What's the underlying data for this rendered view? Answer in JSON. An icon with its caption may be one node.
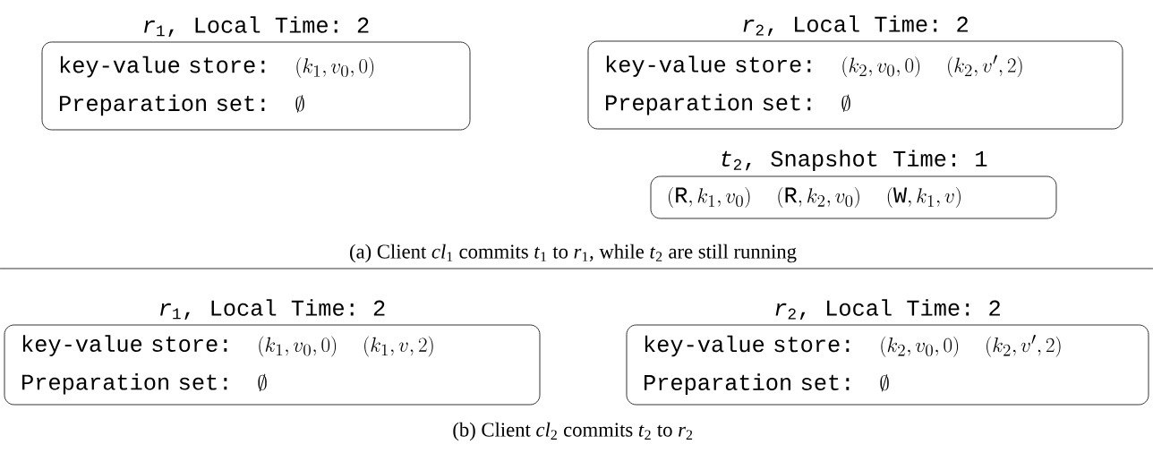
{
  "diagram": {
    "nodes": [
      {
        "text": [
          "*r*$_{1}$, Local Time: 2",
          "key-value store:",
          "(k_1, v_0, 0)",
          "Preparation set:",
          "\\emptyset"
        ]
      },
      {
        "text": [
          "*r*$_{2}$, Local Time: 2",
          "key-value store:",
          "(k_2, v_0, 0)",
          "(k_2, v', 2)",
          "Preparation set:",
          "\\emptyset"
        ]
      },
      {
        "text": [
          "*t*$_{2}$, Snapshot Time: 1",
          "(\\mathtt{R}, k_1, v_0)",
          "(\\mathtt{R}, k_2, v_0)",
          "(\\mathtt{W}, k_1, v)"
        ]
      },
      {
        "text": [
          "*r*$_{1}$, Local Time: 2",
          "key-value store:",
          "(k_1, v_0, 0)",
          "(k_1, v, 2)",
          "Preparation set:",
          "\\emptyset"
        ]
      },
      {
        "text": [
          "*r*$_{2}$, Local Time: 2",
          "key-value store:",
          "(k_2, v_0, 0)",
          "(k_2, v', 2)",
          "Preparation set:",
          "\\emptyset"
        ]
      }
    ],
    "labels": [
      "(a) Client *cl*$_{1}$ commits *t*$_{1}$ to *r*$_{1}$, while *t*$_{2}$ are still running",
      "(b) Client *cl*$_{2}$ commits *t*$_{2}$ to *r*$_{2}$"
    ]
  }
}
